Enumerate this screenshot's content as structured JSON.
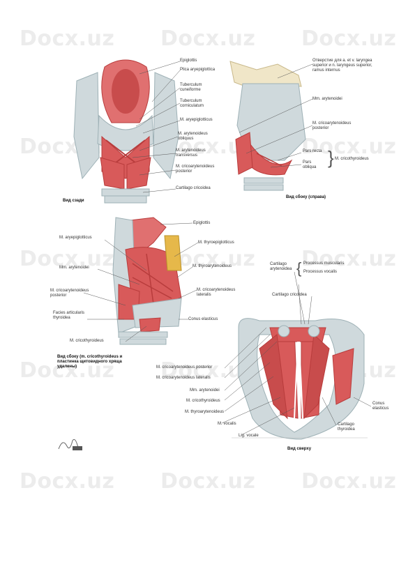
{
  "watermark": {
    "text": "Docx.uz",
    "color": "#ececec"
  },
  "panels": {
    "posterior": {
      "caption": "Вид сзади",
      "labels": [
        "Epiglottis",
        "Plica aryepiglottica",
        "Tuberculum cuneiforme",
        "Tuberculum corniculatum",
        "M. aryepiglotticus",
        "M. arytenoideus obliquus",
        "M. arytenoideus transversus",
        "M. cricoarytenoideus posterior",
        "Cartilago cricoidea"
      ]
    },
    "right": {
      "caption": "Вид сбоку (справа)",
      "labels": [
        "Отверстие для a. et v. laryngea superior и n. laryngeus superior, ramus internus",
        "Mm. arytenoidei",
        "M. cricoarytenoideus posterior",
        "Pars recta",
        "Pars obliqua"
      ],
      "brace_label": "M. cricothyroideus"
    },
    "lateral": {
      "caption": "Вид сбоку (m. cricothyroideus и пластинка щитовидного хряща удалены)",
      "labels": [
        "Epiglottis",
        "M. aryepiglotticus",
        "M. thyroepiglotticus",
        "Mm. arytenoidei",
        "M. thyroarytenoideus",
        "M. cricoarytenoideus posterior",
        "M. cricoarytenoideus lateralis",
        "Facies articularis thyroidea",
        "Conus elasticus",
        "M. cricothyroideus"
      ]
    },
    "superior": {
      "caption": "Вид сверху",
      "cartilage_label": "Cartilago arytenoidea",
      "process_labels": [
        "Processus muscularis",
        "Processus vocalis"
      ],
      "labels": [
        "Cartilago cricoidea",
        "M. cricoarytenoideus posterior",
        "M. cricoarytenoideus lateralis",
        "Mm. arytenoidei",
        "M. cricothyroideus",
        "M. thyroarytenoideus",
        "M. vocalis",
        "Lig. vocale",
        "Conus elasticus",
        "Cartilago thyroidea"
      ]
    }
  },
  "colors": {
    "muscle": "#d85a5a",
    "muscle_dark": "#b83c3c",
    "cartilage": "#cfd9dc",
    "cartilage_dark": "#9eb1b6",
    "epiglottis": "#e07070",
    "bone": "#f0e6c8"
  }
}
